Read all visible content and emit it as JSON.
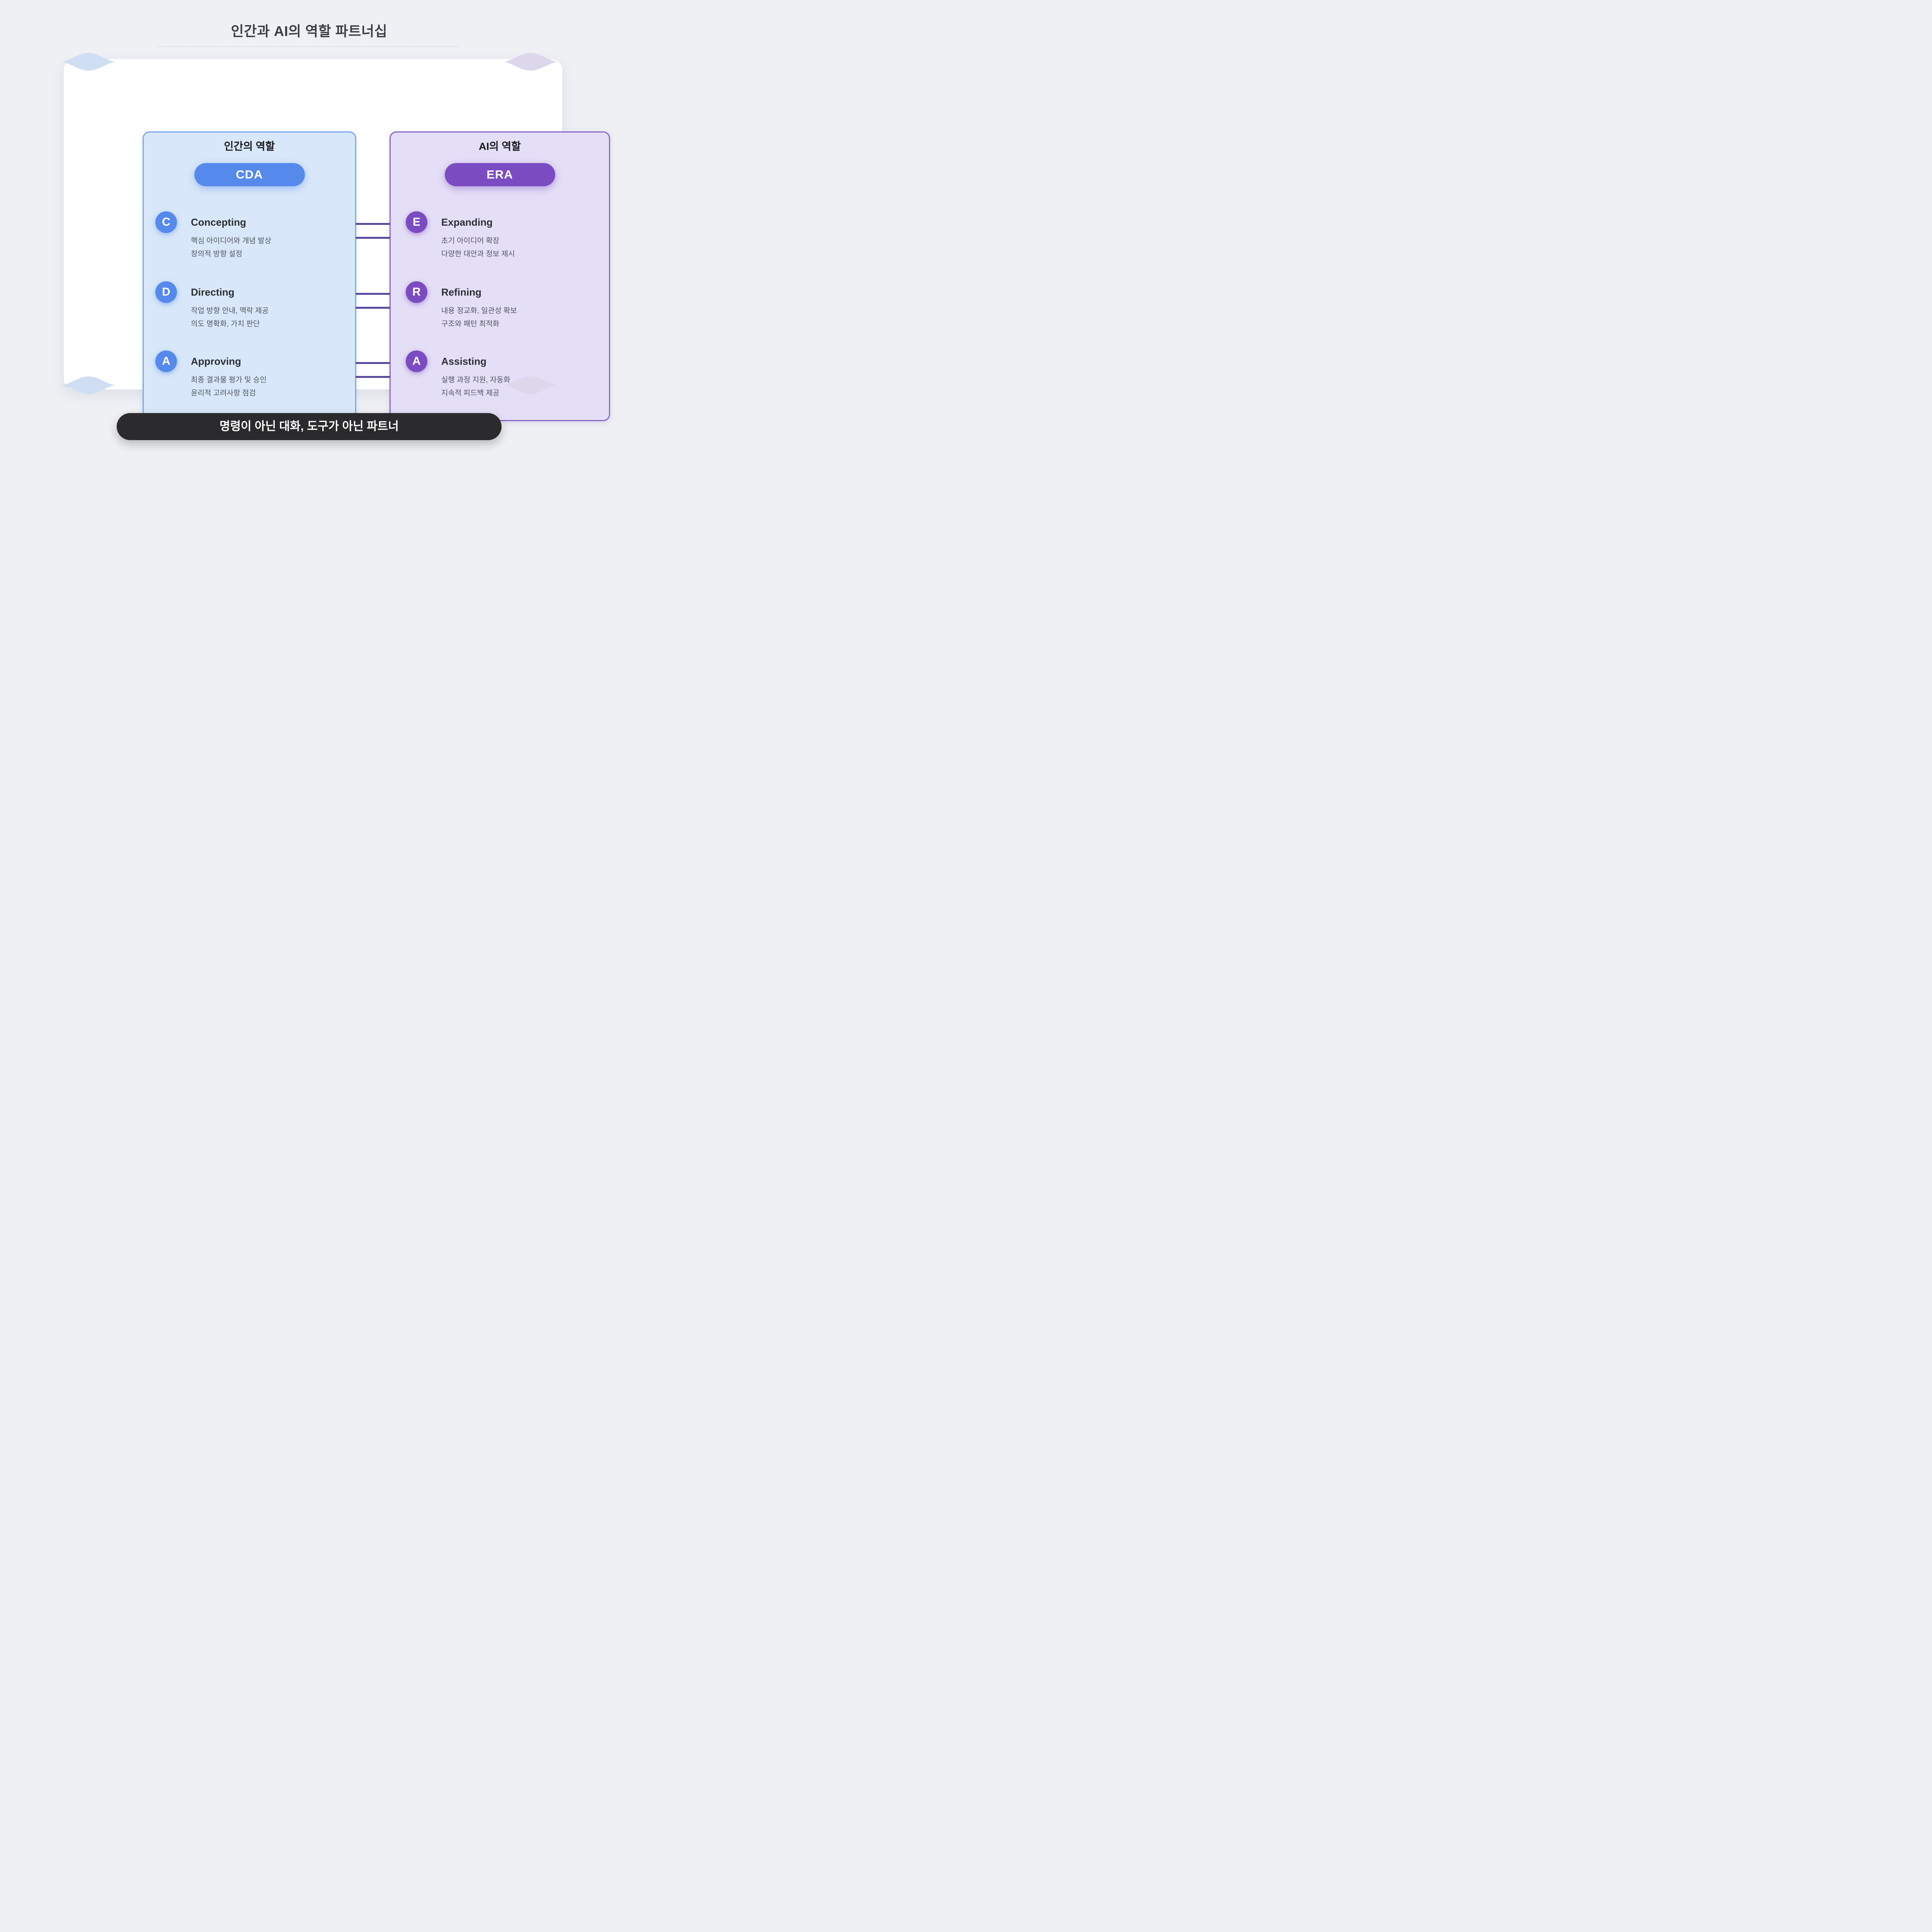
{
  "title": "인간과 AI의 역할 파트너십",
  "footer": {
    "label": "명령이 아닌 대화, 도구가 아닌 파트너"
  },
  "panels": {
    "human": {
      "header": "인간의 역할",
      "acronym": "CDA",
      "items": [
        {
          "letter": "C",
          "title": "Concepting",
          "line1": "핵심 아이디어와 개념 발상",
          "line2": "창의적 방향 설정"
        },
        {
          "letter": "D",
          "title": "Directing",
          "line1": "작업 방향 안내, 맥락 제공",
          "line2": "의도 명확화, 가치 판단"
        },
        {
          "letter": "A",
          "title": "Approving",
          "line1": "최종 결과물 평가 및 승인",
          "line2": "윤리적 고려사항 점검"
        }
      ]
    },
    "ai": {
      "header": "AI의 역할",
      "acronym": "ERA",
      "items": [
        {
          "letter": "E",
          "title": "Expanding",
          "line1": "초기 아이디어 확장",
          "line2": "다양한 대안과 정보 제시"
        },
        {
          "letter": "R",
          "title": "Refining",
          "line1": "내용 정교화, 일관성 확보",
          "line2": "구조와 패턴 최적화"
        },
        {
          "letter": "A",
          "title": "Assisting",
          "line1": "실행 과정 지원, 자동화",
          "line2": "지속적 피드백 제공"
        }
      ]
    }
  },
  "colors": {
    "page_bg": "#eef0f4",
    "card_bg": "#ffffff",
    "title_color": "#3a3d42",
    "heading_color": "#17191c",
    "human_bg": "#d8e7f9",
    "human_border": "#7aa7ea",
    "human_accent": "#5589ec",
    "ai_bg": "#e4def6",
    "ai_border": "#8b68c8",
    "ai_accent": "#7b4cc1",
    "connector": "#5b4a9e",
    "footer_bg": "#2b2b2d",
    "footer_text": "#ffffff",
    "blob_blue": "#cfdef3",
    "blob_purple": "#dcd7ea"
  }
}
